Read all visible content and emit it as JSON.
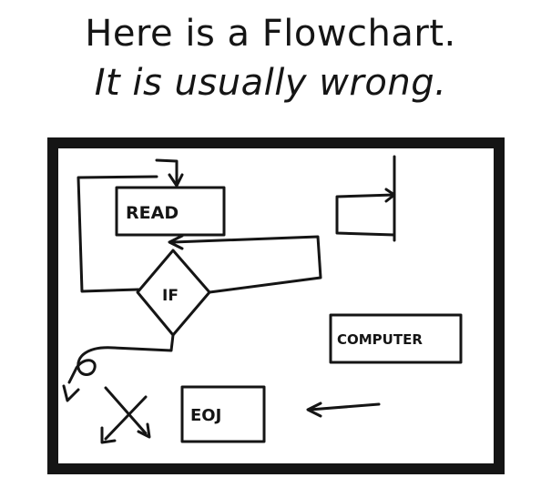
{
  "caption": {
    "line1": "Here is a Flowchart.",
    "line2": "It is usually wrong."
  },
  "flowchart": {
    "read_label": "READ",
    "if_label": "IF",
    "computer_label": "COMPUTER",
    "eoj_label": "EOJ"
  },
  "colors": {
    "ink": "#151515",
    "paper": "#ffffff"
  }
}
